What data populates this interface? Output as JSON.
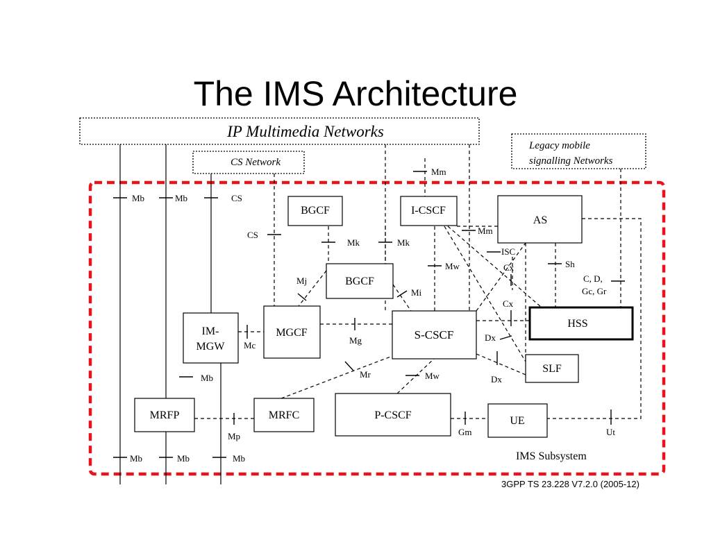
{
  "title": "The IMS Architecture",
  "networks": {
    "ip": "IP Multimedia Networks",
    "cs": "CS Network",
    "legacy_line1": "Legacy mobile",
    "legacy_line2": "signalling Networks"
  },
  "boxes": {
    "bgcf_top": "BGCF",
    "icscf": "I-CSCF",
    "as": "AS",
    "bgcf": "BGCF",
    "mgcf": "MGCF",
    "scscf": "S-CSCF",
    "hss": "HSS",
    "im_mgw_line1": "IM-",
    "im_mgw_line2": "MGW",
    "slf": "SLF",
    "mrfp": "MRFP",
    "mrfc": "MRFC",
    "pcscf": "P-CSCF",
    "ue": "UE"
  },
  "interfaces": {
    "mb1": "Mb",
    "mb2": "Mb",
    "cs_top": "CS",
    "mm_top": "Mm",
    "cs_left": "CS",
    "mk1": "Mk",
    "mk2": "Mk",
    "mm_right": "Mm",
    "isc": "ISC",
    "mw_top": "Mw",
    "cx1": "Cx",
    "sh": "Sh",
    "cdgcgr_line1": "C, D,",
    "cdgcgr_line2": "Gc, Gr",
    "mj": "Mj",
    "mi": "Mi",
    "cx2": "Cx",
    "mc": "Mc",
    "mg": "Mg",
    "dx1": "Dx",
    "dx2": "Dx",
    "mb_mid": "Mb",
    "mr": "Mr",
    "mw_bottom": "Mw",
    "mp": "Mp",
    "gm": "Gm",
    "ut": "Ut",
    "mb_b1": "Mb",
    "mb_b2": "Mb",
    "mb_b3": "Mb"
  },
  "subsystem_label": "IMS Subsystem",
  "reference": "3GPP TS 23.228 V7.2.0 (2005-12)",
  "colors": {
    "subsystem_border": "#e8141c",
    "line": "#000000"
  }
}
